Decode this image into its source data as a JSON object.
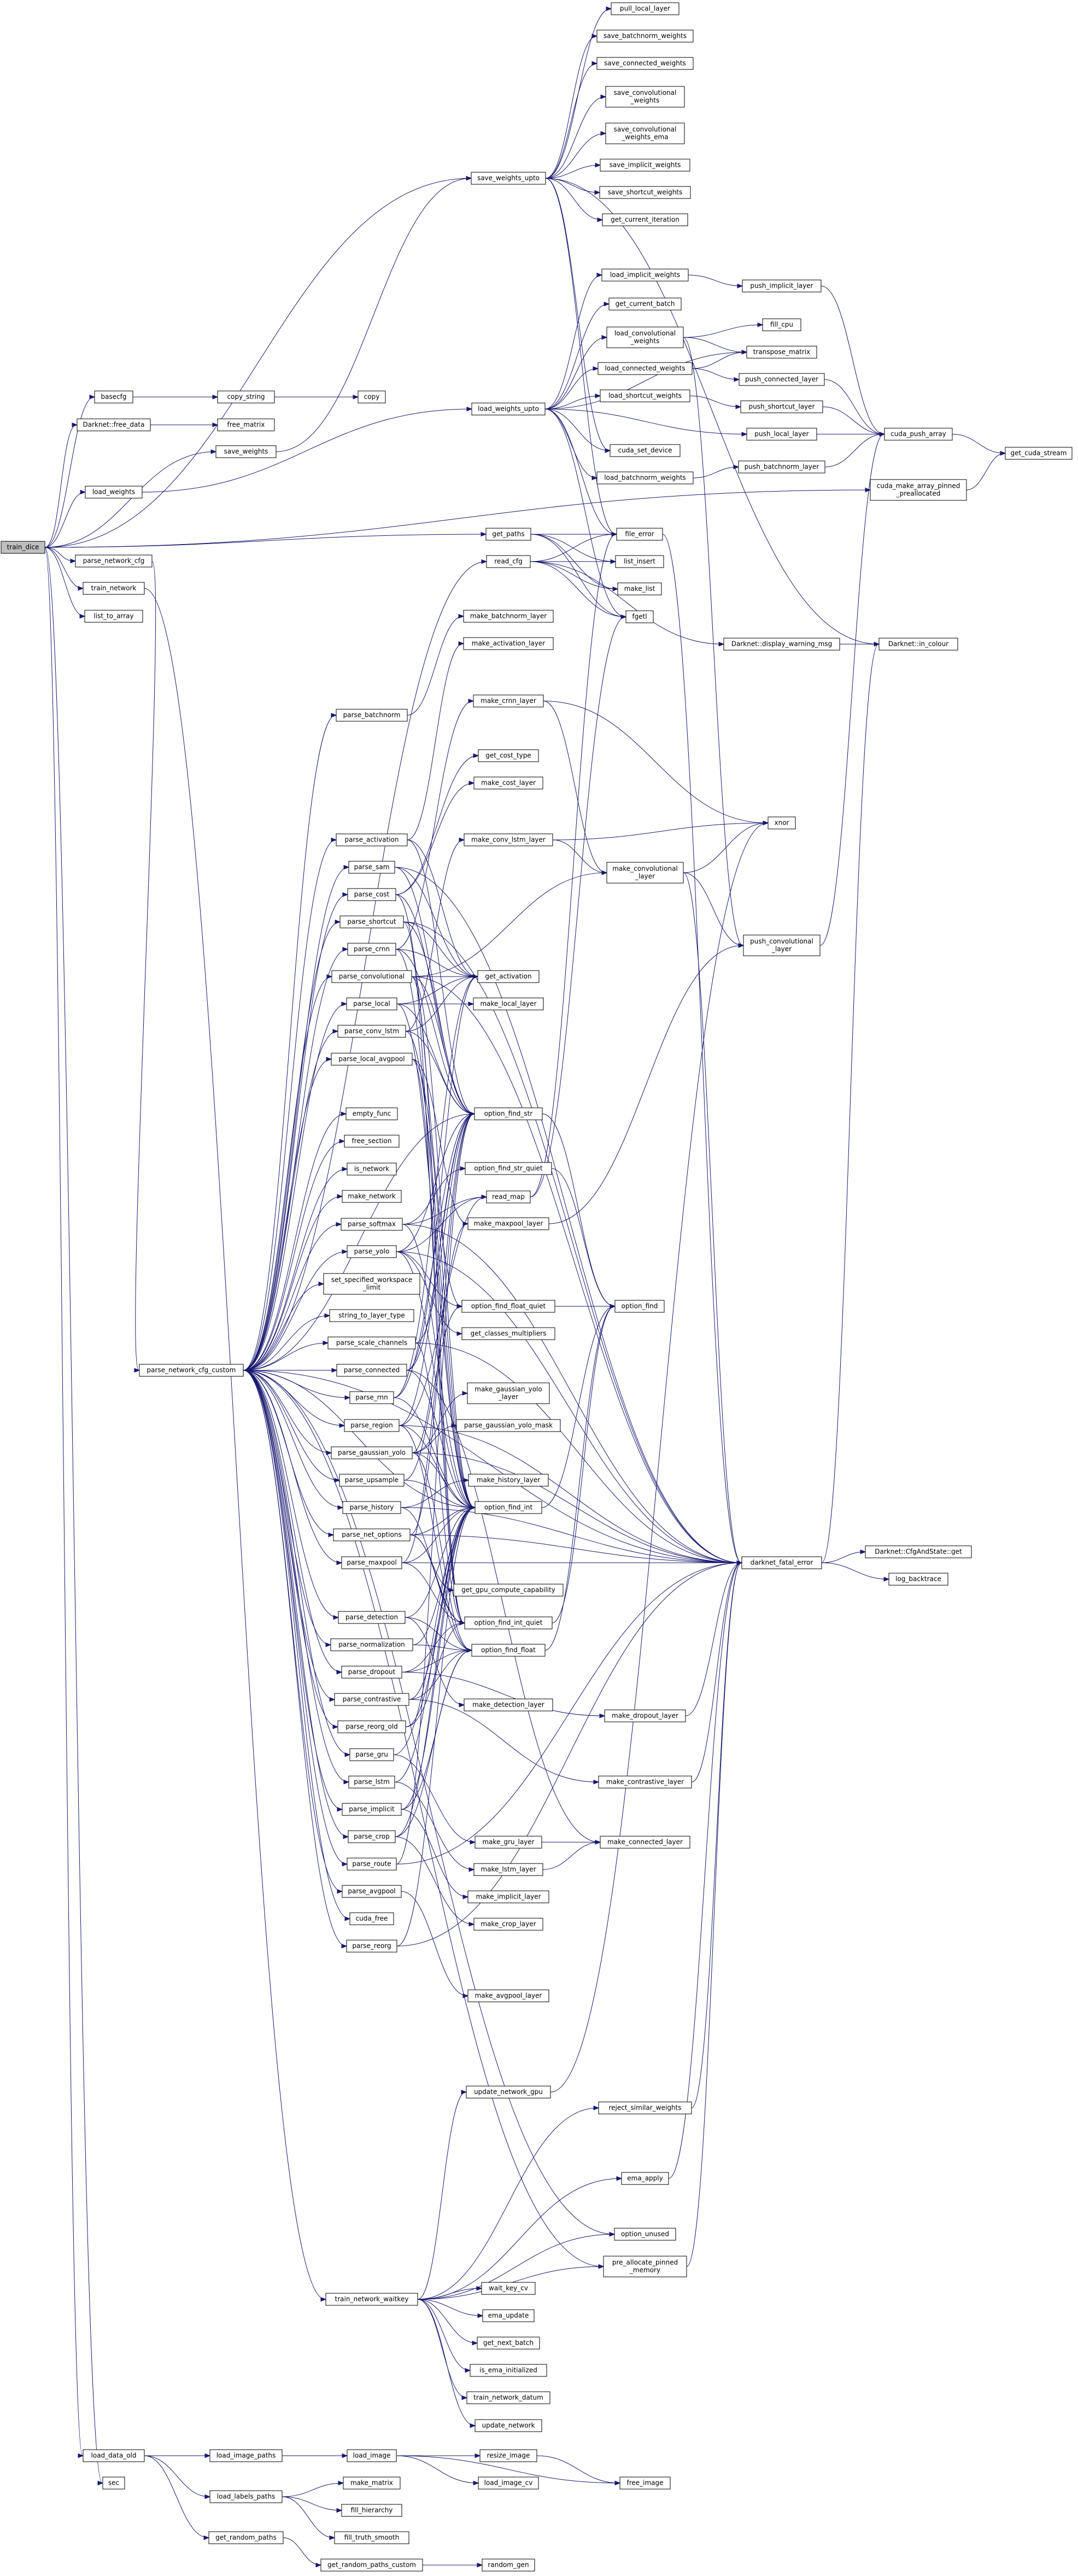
{
  "colors": {
    "edge": "#191970",
    "black_border": "#000000",
    "red_border": "#ff0000",
    "root_fill": "#bfbfbf",
    "text": "#000000"
  },
  "nodes": {
    "train_dice": "train_dice",
    "basecfg": "basecfg",
    "darknet_free_data": "Darknet::free_data",
    "save_weights": "save_weights",
    "load_weights": "load_weights",
    "parse_network_cfg": "parse_network_cfg",
    "train_network": "train_network",
    "list_to_array": "list_to_array",
    "load_data_old": "load_data_old",
    "sec": "sec",
    "copy_string": "copy_string",
    "copy": "copy",
    "free_matrix": "free_matrix",
    "save_weights_upto": "save_weights_upto",
    "pull_local_layer": "pull_local_layer",
    "save_batchnorm_weights": "save_batchnorm_weights",
    "save_connected_weights": "save_connected_weights",
    "save_convolutional_weights": "save_convolutional\n_weights",
    "save_convolutional_weights_ema": "save_convolutional\n_weights_ema",
    "save_implicit_weights": "save_implicit_weights",
    "save_shortcut_weights": "save_shortcut_weights",
    "get_current_iteration": "get_current_iteration",
    "load_weights_upto": "load_weights_upto",
    "load_implicit_weights": "load_implicit_weights",
    "push_implicit_layer": "push_implicit_layer",
    "get_current_batch": "get_current_batch",
    "load_convolutional_weights": "load_convolutional\n_weights",
    "fill_cpu": "fill_cpu",
    "transpose_matrix": "transpose_matrix",
    "load_connected_weights": "load_connected_weights",
    "push_connected_layer": "push_connected_layer",
    "load_shortcut_weights": "load_shortcut_weights",
    "push_shortcut_layer": "push_shortcut_layer",
    "push_local_layer": "push_local_layer",
    "cuda_push_array": "cuda_push_array",
    "get_cuda_stream": "get_cuda_stream",
    "cuda_set_device": "cuda_set_device",
    "load_batchnorm_weights": "load_batchnorm_weights",
    "push_batchnorm_layer": "push_batchnorm_layer",
    "cuda_make_array_pinned_preallocated": "cuda_make_array_pinned\n_preallocated",
    "get_paths": "get_paths",
    "file_error": "file_error",
    "read_cfg": "read_cfg",
    "list_insert": "list_insert",
    "make_list": "make_list",
    "fgetl": "fgetl",
    "display_warning_msg": "Darknet::display_warning_msg",
    "in_colour": "Darknet::in_colour",
    "make_batchnorm_layer": "make_batchnorm_layer",
    "make_activation_layer": "make_activation_layer",
    "parse_batchnorm": "parse_batchnorm",
    "make_crnn_layer": "make_crnn_layer",
    "get_cost_type": "get_cost_type",
    "make_cost_layer": "make_cost_layer",
    "parse_activation": "parse_activation",
    "make_conv_lstm_layer": "make_conv_lstm_layer",
    "xnor": "xnor",
    "parse_sam": "parse_sam",
    "make_convolutional_layer": "make_convolutional\n_layer",
    "parse_cost": "parse_cost",
    "parse_shortcut": "parse_shortcut",
    "push_convolutional_layer": "push_convolutional\n_layer",
    "parse_crnn": "parse_crnn",
    "parse_convolutional": "parse_convolutional",
    "get_activation": "get_activation",
    "parse_local": "parse_local",
    "make_local_layer": "make_local_layer",
    "parse_conv_lstm": "parse_conv_lstm",
    "parse_local_avgpool": "parse_local_avgpool",
    "empty_func": "empty_func",
    "option_find_str": "option_find_str",
    "free_section": "free_section",
    "option_find_str_quiet": "option_find_str_quiet",
    "is_network": "is_network",
    "read_map": "read_map",
    "make_network": "make_network",
    "make_maxpool_layer": "make_maxpool_layer",
    "parse_softmax": "parse_softmax",
    "parse_yolo": "parse_yolo",
    "set_specified_workspace_limit": "set_specified_workspace\n_limit",
    "option_find_float_quiet": "option_find_float_quiet",
    "option_find": "option_find",
    "string_to_layer_type": "string_to_layer_type",
    "get_classes_multipliers": "get_classes_multipliers",
    "parse_scale_channels": "parse_scale_channels",
    "parse_network_cfg_custom": "parse_network_cfg_custom",
    "parse_connected": "parse_connected",
    "make_gaussian_yolo_layer": "make_gaussian_yolo\n_layer",
    "parse_rnn": "parse_rnn",
    "parse_region": "parse_region",
    "parse_gaussian_yolo_mask": "parse_gaussian_yolo_mask",
    "parse_gaussian_yolo": "parse_gaussian_yolo",
    "parse_upsample": "parse_upsample",
    "make_history_layer": "make_history_layer",
    "parse_history": "parse_history",
    "option_find_int": "option_find_int",
    "parse_net_options": "parse_net_options",
    "darknet_fatal_error": "darknet_fatal_error",
    "cfgandstate_get": "Darknet::CfgAndState::get",
    "log_backtrace": "log_backtrace",
    "parse_maxpool": "parse_maxpool",
    "get_gpu_compute_capability": "get_gpu_compute_capability",
    "parse_detection": "parse_detection",
    "option_find_int_quiet": "option_find_int_quiet",
    "parse_normalization": "parse_normalization",
    "option_find_float": "option_find_float",
    "parse_dropout": "parse_dropout",
    "parse_contrastive": "parse_contrastive",
    "make_detection_layer": "make_detection_layer",
    "parse_reorg_old": "parse_reorg_old",
    "make_dropout_layer": "make_dropout_layer",
    "parse_gru": "parse_gru",
    "parse_lstm": "parse_lstm",
    "make_contrastive_layer": "make_contrastive_layer",
    "parse_implicit": "parse_implicit",
    "parse_crop": "parse_crop",
    "make_gru_layer": "make_gru_layer",
    "make_connected_layer": "make_connected_layer",
    "parse_route": "parse_route",
    "make_lstm_layer": "make_lstm_layer",
    "parse_avgpool": "parse_avgpool",
    "make_implicit_layer": "make_implicit_layer",
    "cuda_free": "cuda_free",
    "make_crop_layer": "make_crop_layer",
    "parse_reorg": "parse_reorg",
    "make_avgpool_layer": "make_avgpool_layer",
    "update_network_gpu": "update_network_gpu",
    "reject_similar_weights": "reject_similar_weights",
    "ema_apply": "ema_apply",
    "option_unused": "option_unused",
    "pre_allocate_pinned_memory": "pre_allocate_pinned\n_memory",
    "train_network_waitkey": "train_network_waitkey",
    "wait_key_cv": "wait_key_cv",
    "ema_update": "ema_update",
    "get_next_batch": "get_next_batch",
    "is_ema_initialized": "is_ema_initialized",
    "train_network_datum": "train_network_datum",
    "update_network": "update_network",
    "load_image_paths": "load_image_paths",
    "load_image": "load_image",
    "resize_image": "resize_image",
    "load_image_cv": "load_image_cv",
    "free_image": "free_image",
    "load_labels_paths": "load_labels_paths",
    "make_matrix": "make_matrix",
    "fill_hierarchy": "fill_hierarchy",
    "fill_truth_smooth": "fill_truth_smooth",
    "get_random_paths": "get_random_paths",
    "get_random_paths_custom": "get_random_paths_custom",
    "random_gen": "random_gen"
  }
}
